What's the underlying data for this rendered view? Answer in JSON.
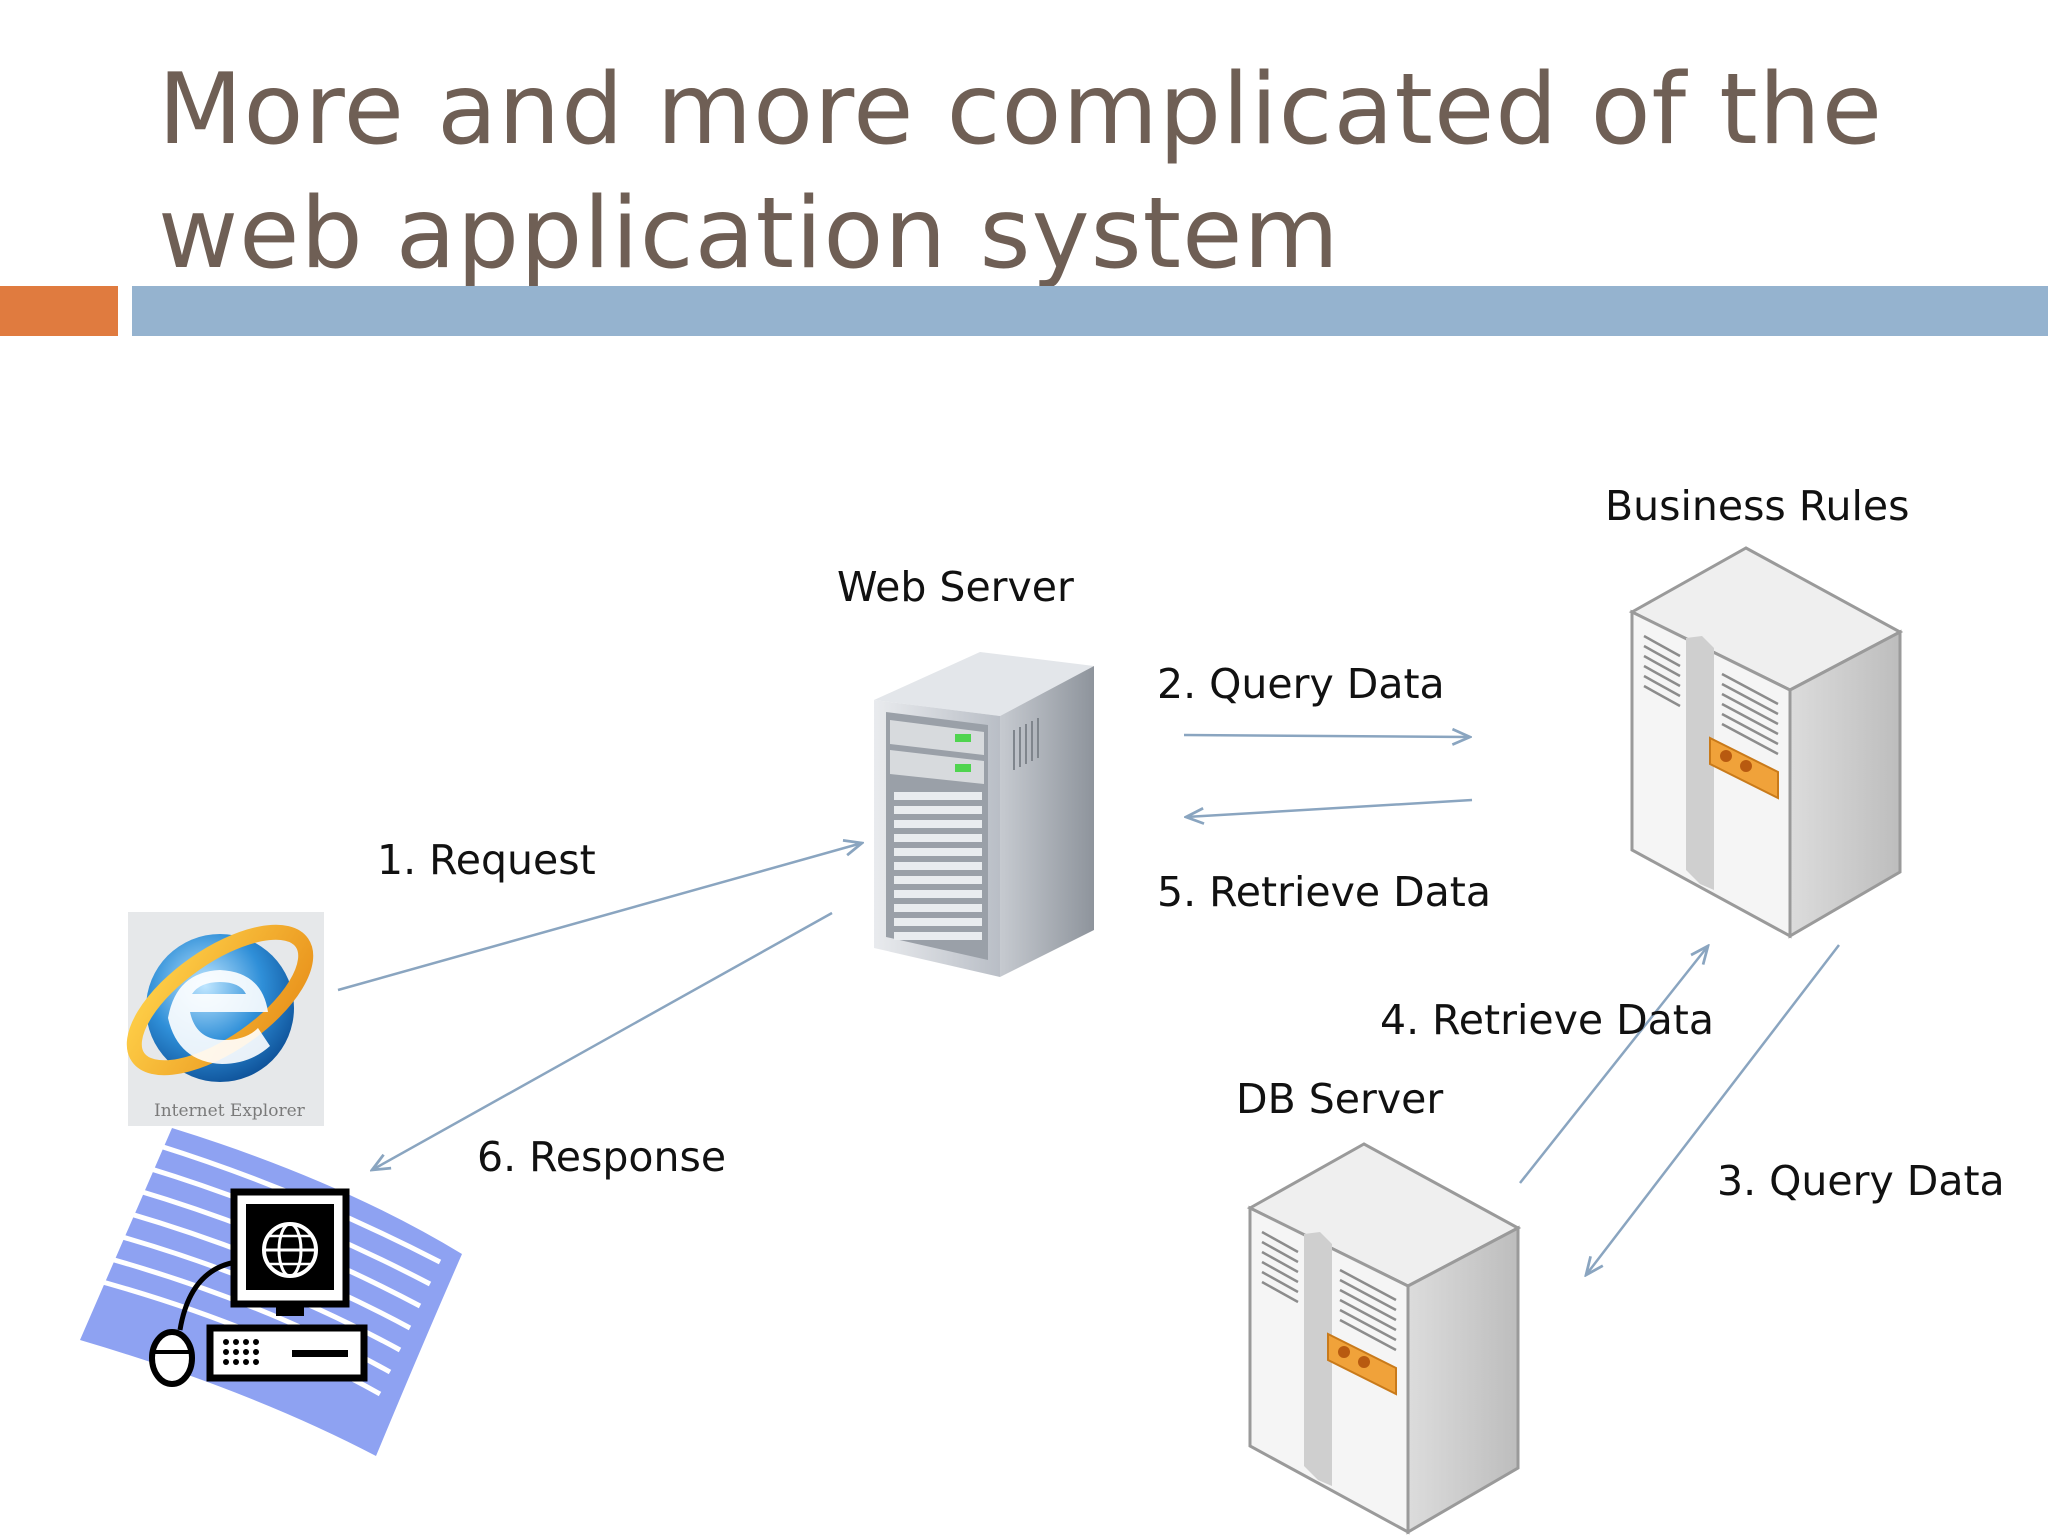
{
  "title": {
    "line1": "More and more complicated of the",
    "line2": "web application system"
  },
  "nodes": {
    "web_server": "Web Server",
    "business_rules": "Business Rules",
    "db_server": "DB Server",
    "ie_caption": "Internet Explorer"
  },
  "edges": {
    "request": "1. Request",
    "query_data_2": "2. Query Data",
    "query_data_3": "3. Query Data",
    "retrieve_data_4": "4. Retrieve Data",
    "retrieve_data_5": "5. Retrieve Data",
    "response": "6. Response"
  },
  "colors": {
    "title": "#6f5f55",
    "accent_orange": "#e07b3f",
    "accent_blue": "#95b3cf",
    "arrow": "#8aa5c0"
  }
}
